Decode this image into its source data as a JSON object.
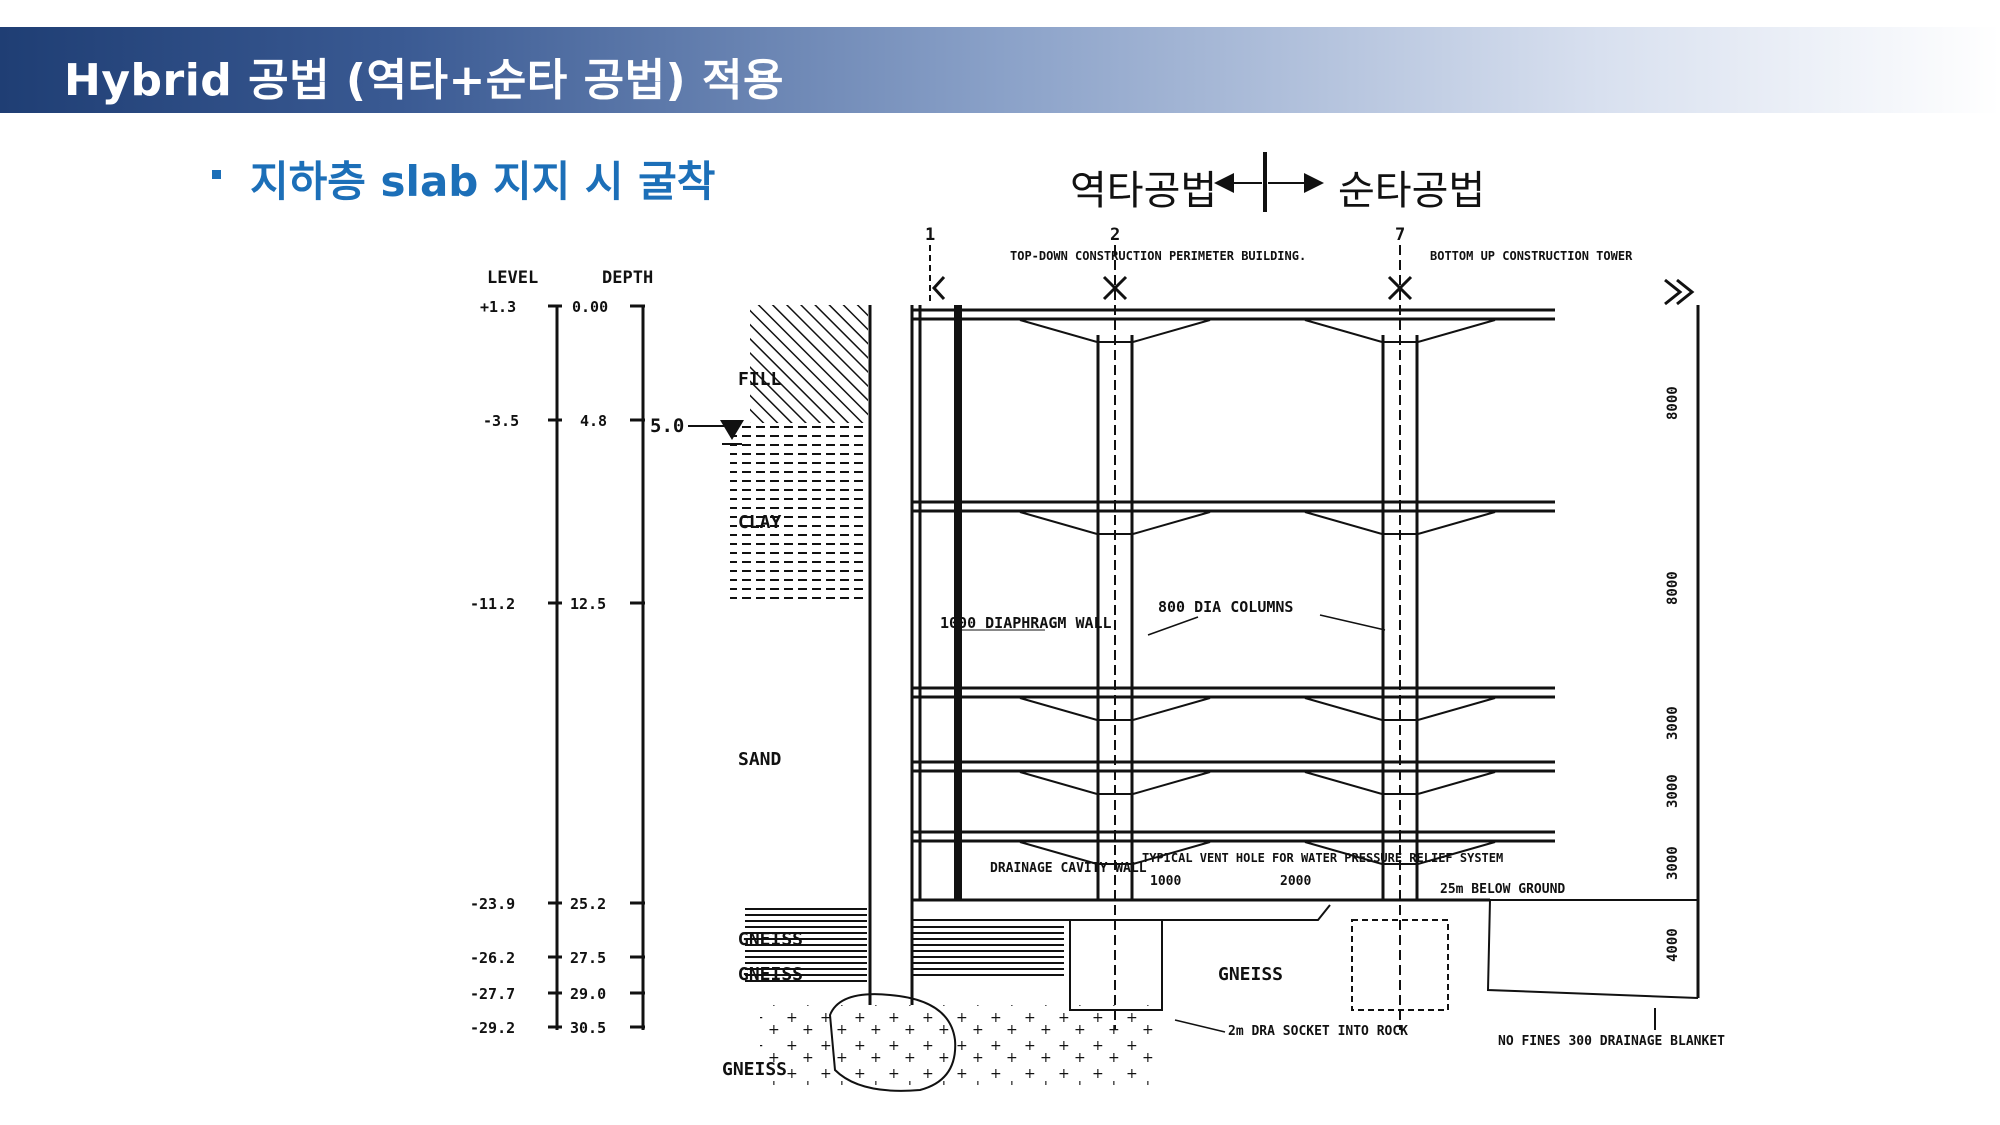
{
  "header": {
    "title": "Hybrid 공법 (역타+순타 공법) 적용"
  },
  "subtitle": {
    "text": "지하층 slab 지지 시 굴착"
  },
  "method_legend": {
    "left": "역타공법",
    "right": "순타공법"
  },
  "diagram": {
    "level_header": "LEVEL",
    "depth_header": "DEPTH",
    "levels": [
      "+1.3",
      "-3.5",
      "-11.2",
      "-23.9",
      "-26.2",
      "-27.7",
      "-29.2"
    ],
    "depths": [
      "0.00",
      "4.8",
      "12.5",
      "25.2",
      "27.5",
      "29.0",
      "30.5"
    ],
    "water_level": "5.0",
    "gridlines": [
      {
        "number": "1",
        "note": ""
      },
      {
        "number": "2",
        "note": "TOP-DOWN CONSTRUCTION PERIMETER BUILDING."
      },
      {
        "number": "7",
        "note": "BOTTOM UP CONSTRUCTION TOWER"
      }
    ],
    "soil_layers": [
      "FILL",
      "CLAY",
      "SAND",
      "GNEISS",
      "GNEISS",
      "GNEISS"
    ],
    "annotations": {
      "diaphragm_wall": "1000 DIAPHRAGM WALL",
      "columns": "800 DIA COLUMNS",
      "drainage": "DRAINAGE CAVITY WALL",
      "vent_hole": "TYPICAL VENT HOLE FOR WATER PRESSURE RELIEF SYSTEM",
      "dim_1000": "1000",
      "dim_2000": "2000",
      "below_ground": "25m BELOW GROUND",
      "gneiss_base": "GNEISS",
      "socket": "2m DRA SOCKET INTO ROCK",
      "blanket": "NO FINES 300 DRAINAGE BLANKET"
    },
    "right_dims": [
      "8000",
      "8000",
      "3000",
      "3000",
      "3000",
      "4000"
    ]
  }
}
